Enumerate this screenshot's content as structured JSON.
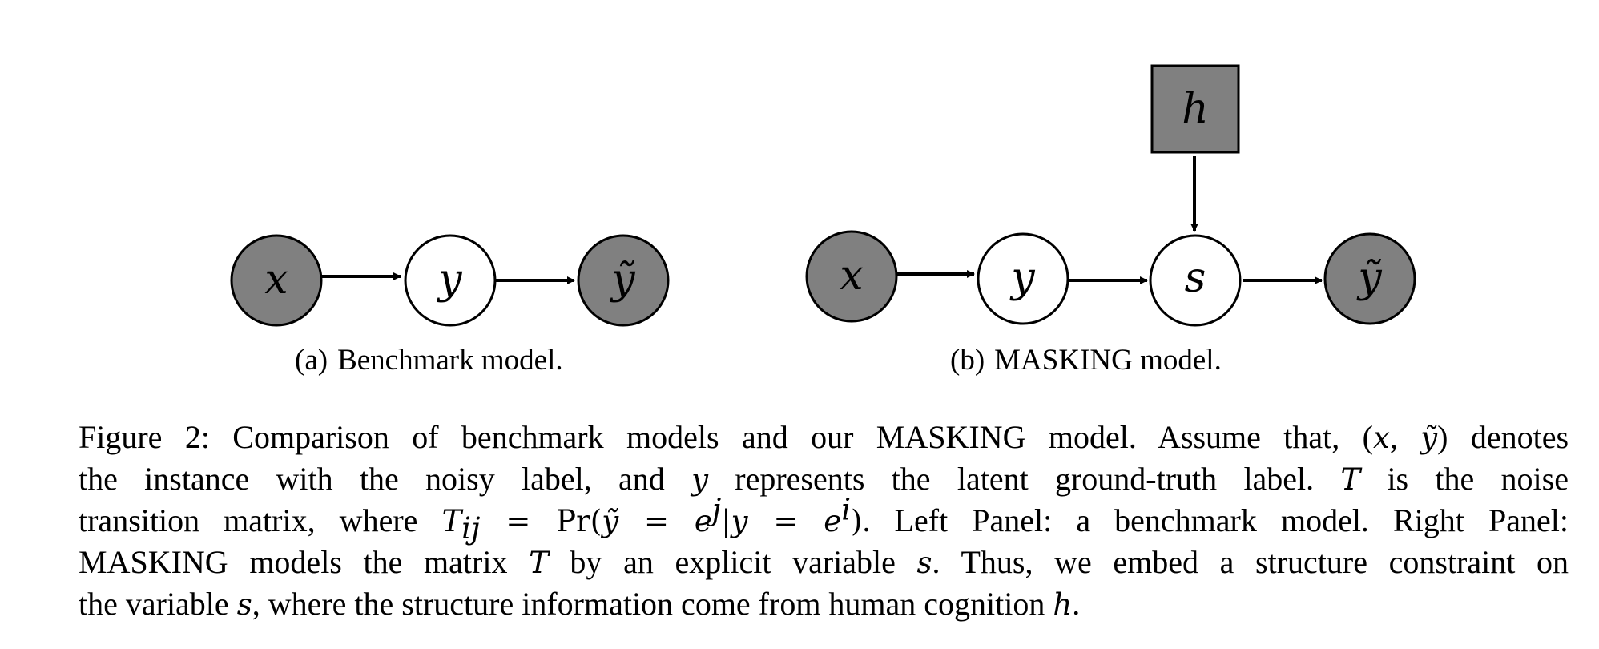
{
  "panel_a": {
    "nodes": [
      {
        "id": "x",
        "label": "x",
        "observed": true
      },
      {
        "id": "y",
        "label": "y",
        "observed": false
      },
      {
        "id": "ytilde",
        "label": "ỹ",
        "observed": true
      }
    ],
    "edges": [
      [
        "x",
        "y"
      ],
      [
        "y",
        "ytilde"
      ]
    ],
    "caption_letter": "(a)",
    "caption_text": "Benchmark model."
  },
  "panel_b": {
    "nodes": [
      {
        "id": "x",
        "label": "x",
        "observed": true
      },
      {
        "id": "y",
        "label": "y",
        "observed": false
      },
      {
        "id": "s",
        "label": "s",
        "observed": false
      },
      {
        "id": "ytilde",
        "label": "ỹ",
        "observed": true
      },
      {
        "id": "h",
        "label": "h",
        "observed": true,
        "shape": "square"
      }
    ],
    "edges": [
      [
        "x",
        "y"
      ],
      [
        "y",
        "s"
      ],
      [
        "s",
        "ytilde"
      ],
      [
        "h",
        "s"
      ]
    ],
    "caption_letter": "(b)",
    "caption_text": "MASKING model."
  },
  "colors": {
    "observed_fill": "#808080",
    "latent_fill": "#ffffff",
    "stroke": "#000000"
  },
  "caption": {
    "l1_a": "Figure 2: Comparison of benchmark models and our MASKING model. Assume that, (",
    "l1_m1": "x",
    "l1_b": ", ",
    "l1_m2": "ỹ",
    "l1_c": ") denotes",
    "l2_a": "the instance with the noisy label, and ",
    "l2_m1": "y",
    "l2_b": " represents the latent ground-truth label. ",
    "l2_m2": "T",
    "l2_c": " is the noise",
    "l3_a": "transition matrix, where ",
    "l3_T": "T",
    "l3_sub": "ij",
    "l3_eq": " = Pr(",
    "l3_yt": "ỹ",
    "l3_eq2": " = ",
    "l3_e1": "e",
    "l3_sup1": "j",
    "l3_bar": "|",
    "l3_y": "y",
    "l3_eq3": " = ",
    "l3_e2": "e",
    "l3_sup2": "i",
    "l3_close": ")",
    "l3_b": ". Left Panel: a benchmark model. Right Panel:",
    "l4_a": "MASKING models the matrix ",
    "l4_m1": "T",
    "l4_b": " by an explicit variable ",
    "l4_m2": "s",
    "l4_c": ". Thus, we embed a structure constraint on",
    "l5_a": "the variable ",
    "l5_m1": "s",
    "l5_b": ", where the structure information come from human cognition ",
    "l5_m2": "h",
    "l5_c": "."
  }
}
